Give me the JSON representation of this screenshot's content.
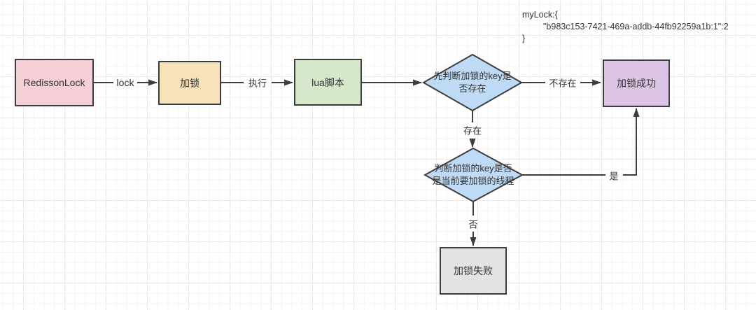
{
  "canvas": {
    "background": "#ffffff",
    "grid_minor_color": "#f4f4f4",
    "grid_major_color": "#e9e9e9"
  },
  "annotation": {
    "line1": "myLock:{",
    "line2": "\"b983c153-7421-469a-addb-44fb92259a1b:1\":2",
    "line3": "}"
  },
  "nodes": {
    "redisson": {
      "label": "RedissonLock",
      "fill": "#f6ced6"
    },
    "lock": {
      "label": "加锁",
      "fill": "#f8e2ba"
    },
    "lua": {
      "label": "lua脚本",
      "fill": "#d6e7cc"
    },
    "check_exists": {
      "label": "先判断加锁的key是否存在",
      "fill": "#bedaf4"
    },
    "check_thread": {
      "label": "判断加锁的key是否是当前要加锁的线程",
      "fill": "#bedaf4"
    },
    "success": {
      "label": "加锁成功",
      "fill": "#dcc5e4"
    },
    "fail": {
      "label": "加锁失败",
      "fill": "#e3e3e3"
    }
  },
  "edges": {
    "lock_label": "lock",
    "execute_label": "执行",
    "not_exists_label": "不存在",
    "exists_label": "存在",
    "yes_label": "是",
    "no_label": "否"
  },
  "colors": {
    "line": "#3d3d3d",
    "text": "#333333"
  }
}
